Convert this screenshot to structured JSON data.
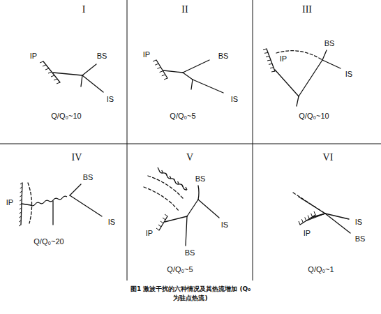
{
  "diagram": {
    "caption": "图1 激波干扰的六种情况及其热流增加 (Q₀为驻点热流)",
    "labels": [
      "I",
      "IP",
      "BS",
      "IS",
      "Q/Q₀~10",
      "II",
      "IP",
      "BS",
      "IS",
      "Q/Q₀~5",
      "III",
      "IP",
      "BS",
      "IS",
      "Q/Q₀~10",
      "IV",
      "IP",
      "BS",
      "IS",
      "Q/Q₀~20",
      "V",
      "BS",
      "IP",
      "BS",
      "IS",
      "Q/Q₀~5",
      "VI",
      "IP",
      "IS",
      "BS",
      "Q/Q₀~1"
    ]
  }
}
